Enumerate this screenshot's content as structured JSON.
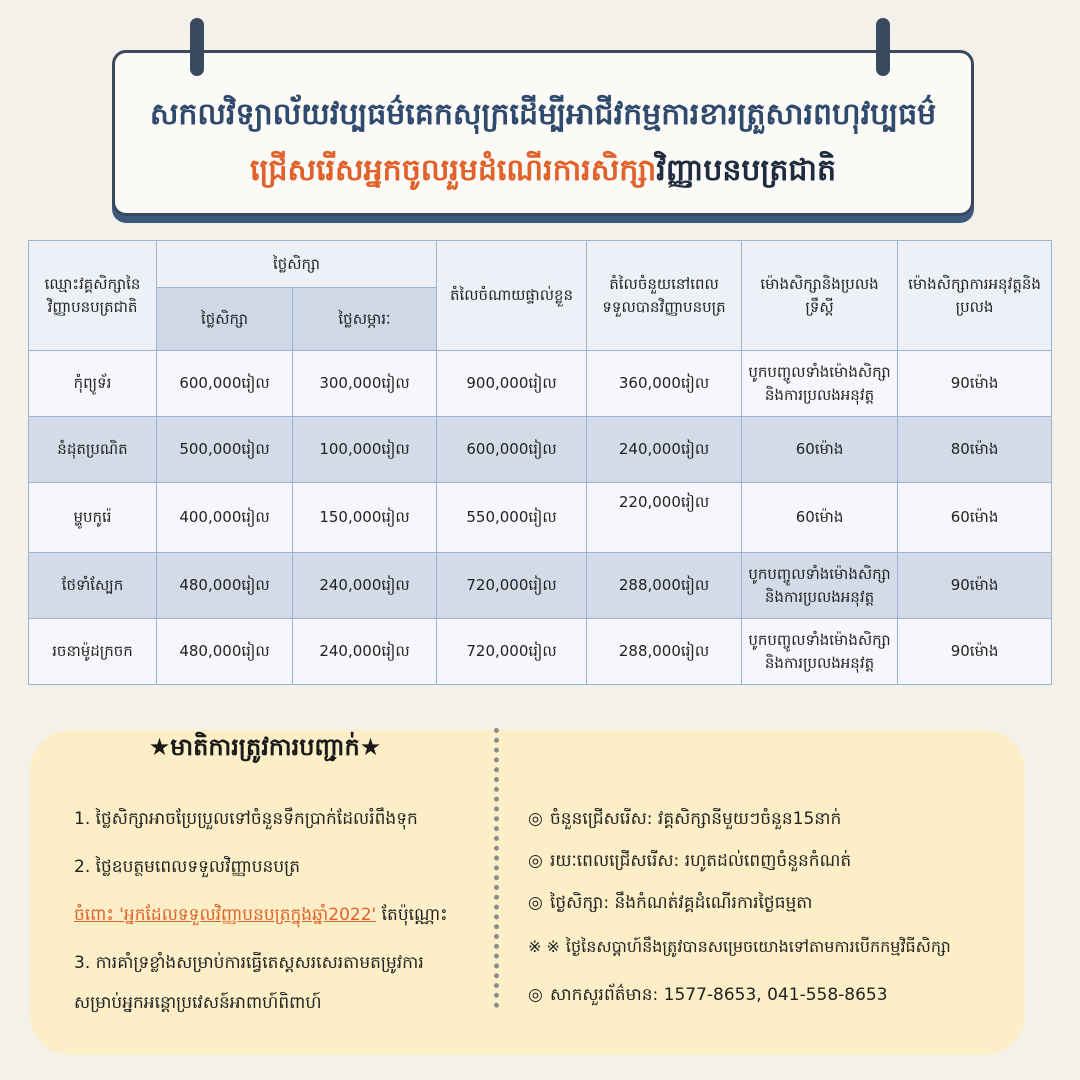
{
  "header": {
    "title_line1": "សកលវិទ្យាល័យវប្បធម៌គេកសុក្រដើម្បីអាជីវកម្មការខារត្រួសារពហុវប្បធម៌",
    "title_line2_highlight": "ជ្រើសរើសអ្នកចូលរួមដំណើរការសិក្សា",
    "title_line2_rest": "វិញ្ញាបនបត្រជាតិ"
  },
  "table": {
    "headers": {
      "course_name": "ឈ្មោះវគ្គសិក្សានៃវិញ្ញាបនបត្រជាតិ",
      "tuition_group": "ថ្លៃសិក្សា",
      "tuition": "ថ្លៃសិក្សា",
      "materials": "ថ្លៃសម្ភារៈ",
      "self_cost": "តំលៃចំណាយផ្ទាល់ខ្លួន",
      "refund": "តំលៃចំនួយនៅពេលទទួលបានវិញ្ញាបនបត្រ",
      "theory_hours": "ម៉ោងសិក្សានិងប្រលងទ្រឹស្តី",
      "practical_hours": "ម៉ោងសិក្សាការអនុវត្តនិងប្រលង"
    },
    "rows": [
      {
        "name": "កុំព្យូទ័រ",
        "tuition": "600,000រៀល",
        "materials": "300,000រៀល",
        "self_cost": "900,000រៀល",
        "refund": "360,000រៀល",
        "theory": "បូកបញ្ចូលទាំងម៉ោងសិក្សានិងការប្រលងអនុវត្ត",
        "practical": "90ម៉ោង"
      },
      {
        "name": "នំដុតប្រណិត",
        "tuition": "500,000រៀល",
        "materials": "100,000រៀល",
        "self_cost": "600,000រៀល",
        "refund": "240,000រៀល",
        "theory": "60ម៉ោង",
        "practical": "80ម៉ោង"
      },
      {
        "name": "ម្ហូបកូរ៉េ",
        "tuition": "400,000រៀល",
        "materials": "150,000រៀល",
        "self_cost": "550,000រៀល",
        "refund": "220,000រៀល",
        "theory": "60ម៉ោង",
        "practical": "60ម៉ោង"
      },
      {
        "name": "ថែទាំស្បែក",
        "tuition": "480,000រៀល",
        "materials": "240,000រៀល",
        "self_cost": "720,000រៀល",
        "refund": "288,000រៀល",
        "theory": "បូកបញ្ចូលទាំងម៉ោងសិក្សានិងការប្រលងអនុវត្ត",
        "practical": "90ម៉ោង"
      },
      {
        "name": "រចនាម៉ូដក្រចក",
        "tuition": "480,000រៀល",
        "materials": "240,000រៀល",
        "self_cost": "720,000រៀល",
        "refund": "288,000រៀល",
        "theory": "បូកបញ្ចូលទាំងម៉ោងសិក្សានិងការប្រលងអនុវត្ត",
        "practical": "90ម៉ោង"
      }
    ]
  },
  "notes": {
    "title": "★មាតិការត្រូវការបញ្ជាក់★",
    "left": [
      "1.  ថ្លៃសិក្សាអាចប្រែប្រួលទៅចំនួនទឹកប្រាក់ដែលរំពឹងទុក",
      "2. ថ្លៃឧបត្ថមពេលទទួលវិញ្ញាបនបត្រ",
      "ចំពោះ 'អ្នកដែលទទួលវិញ្ញាបនបត្រក្នុងឆ្នាំ2022'",
      " តែប៉ុណ្ណោះ",
      "3. ការគាំទ្រខ្លាំងសម្រាប់ការធ្វើតេស្តសរសេរតាមតម្រូវការ",
      "សម្រាប់អ្នកអន្តោប្រវេសន៍អាពាហ៍ពិពាហ៍"
    ],
    "right": [
      {
        "mark": "◎",
        "text": "ចំនួនជ្រើសរើស: វគ្គសិក្សានីមួយៗចំនួន15នាក់"
      },
      {
        "mark": "◎",
        "text": "រយៈពេលជ្រើសរើស: រហូតដល់ពេញចំនួនកំណត់"
      },
      {
        "mark": "◎",
        "text": "ថ្ងៃសិក្សា: នឹងកំណត់វគ្គដំណើរការថ្ងៃធម្មតា"
      },
      {
        "mark": "※ ※",
        "text": "ថ្ងៃនៃសប្តាហ៍នឹងត្រូវបានសម្រេចយោងទៅតាមការបើកកម្មវិធីសិក្សា"
      },
      {
        "mark": "◎",
        "text": "សាកសួរព័ត៌មាន: 1577-8653, 041-558-8653"
      }
    ]
  },
  "colors": {
    "accent_orange": "#e0622a",
    "navy": "#2f4a6d",
    "table_alt_row": "#d3dbe8",
    "notes_bg": "#fcefc8"
  }
}
